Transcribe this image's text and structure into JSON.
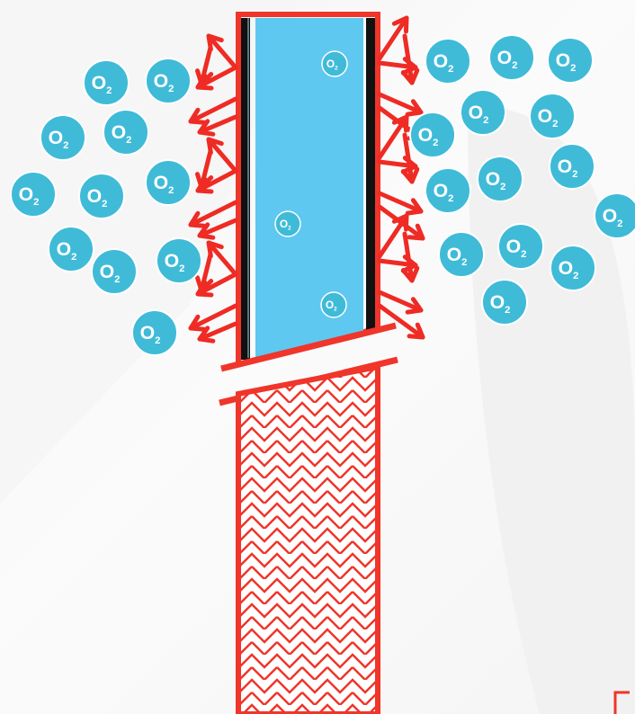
{
  "diagram": {
    "molecule_label": "O",
    "molecule_subscript": "2",
    "colors": {
      "background": "#f7f7f7",
      "pipe_outline": "#f0352a",
      "pipe_fill": "#ffffff",
      "fluid": "#5ec8f0",
      "liner": "#111111",
      "arrow": "#ee2b24",
      "molecule": "#3fbbd8",
      "molecule_ring": "#ffffff"
    },
    "icons": {
      "arrow": "arrow-icon",
      "molecule": "oxygen-molecule-icon",
      "hatch": "herringbone-hatch-pattern",
      "corner": "corner-bracket-icon"
    }
  }
}
